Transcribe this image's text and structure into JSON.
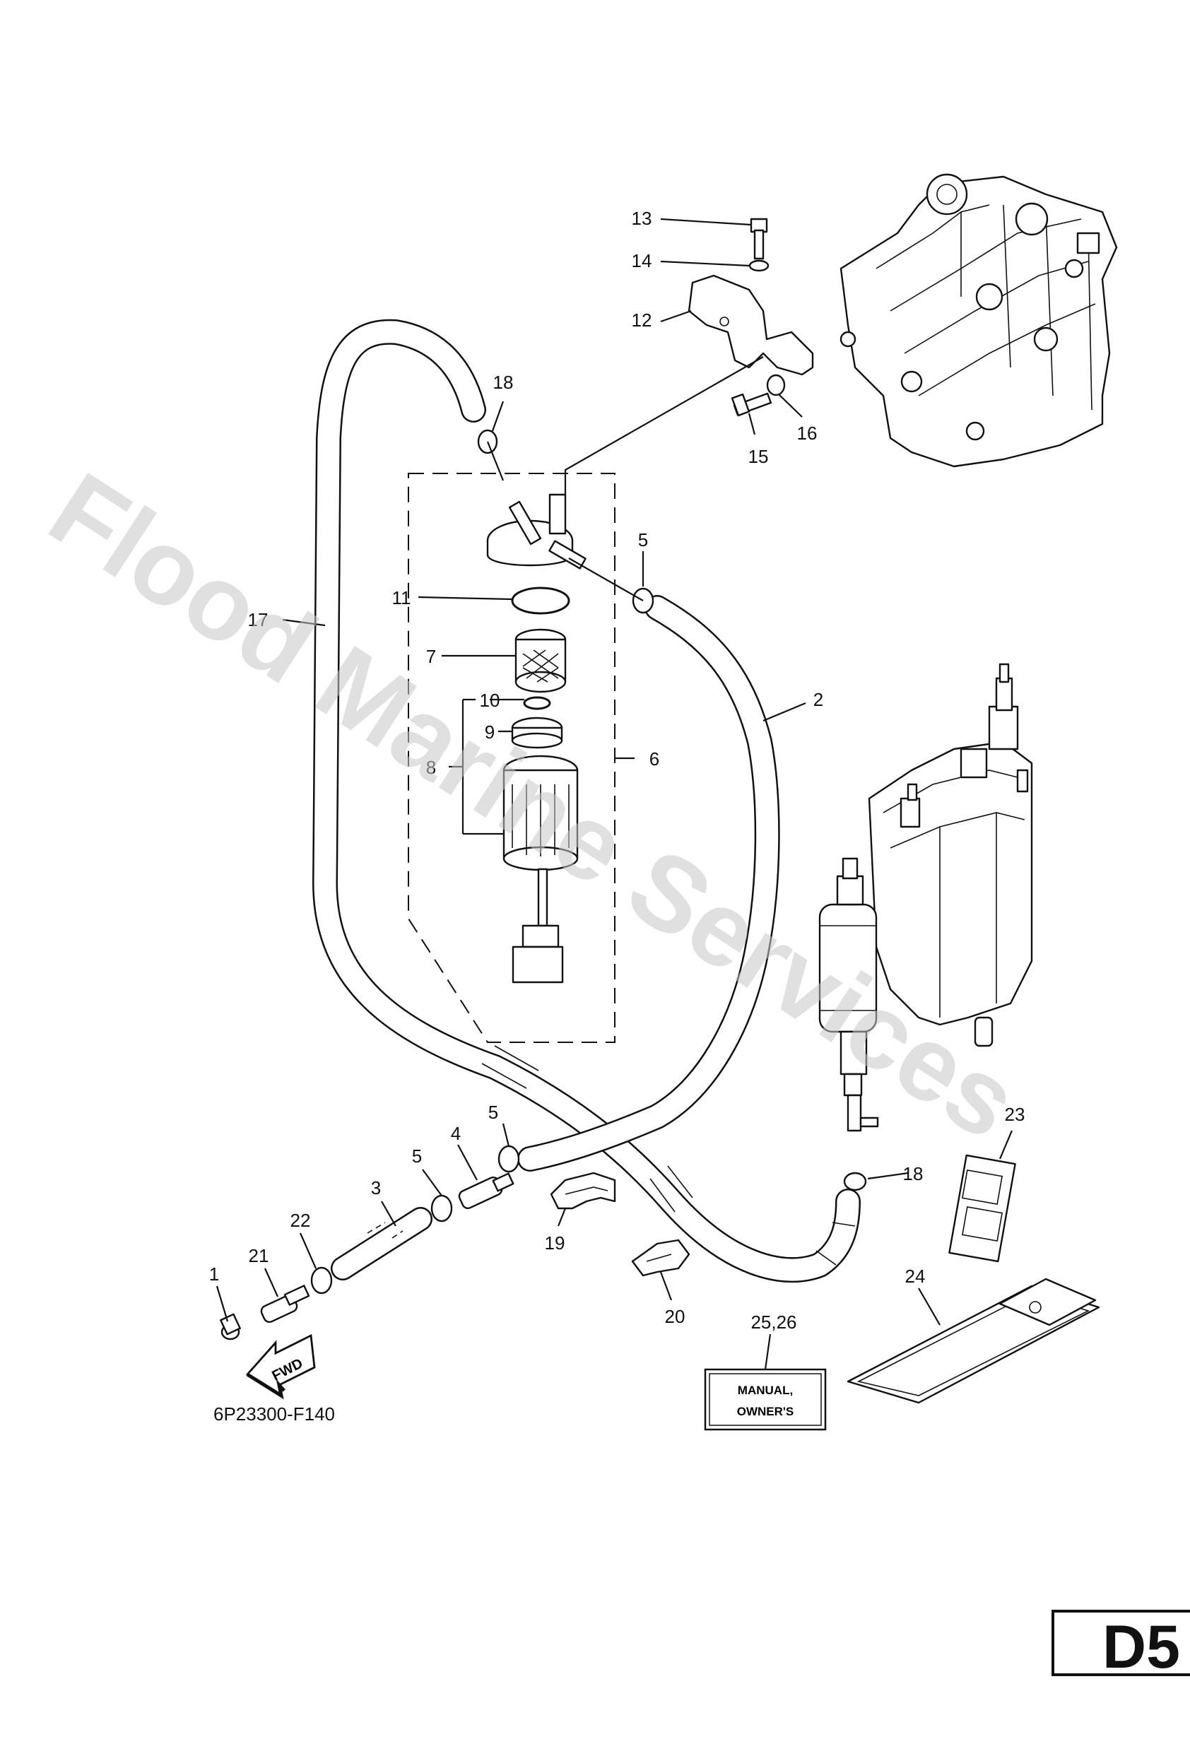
{
  "watermark": "Flood Marine Services",
  "diagram_code": "6P23300-F140",
  "page_code": "D5",
  "fwd_label": "FWD",
  "manual_label_line1": "MANUAL,",
  "manual_label_line2": "OWNER'S",
  "callouts": {
    "c1": "1",
    "c2": "2",
    "c3": "3",
    "c4": "4",
    "c5a": "5",
    "c5b": "5",
    "c5c": "5",
    "c6": "6",
    "c7": "7",
    "c8": "8",
    "c9": "9",
    "c10": "10",
    "c11": "11",
    "c12": "12",
    "c13": "13",
    "c14": "14",
    "c15": "15",
    "c16": "16",
    "c17": "17",
    "c18a": "18",
    "c18b": "18",
    "c19": "19",
    "c20": "20",
    "c21": "21",
    "c22": "22",
    "c23": "23",
    "c24": "24",
    "c2526": "25,26"
  }
}
